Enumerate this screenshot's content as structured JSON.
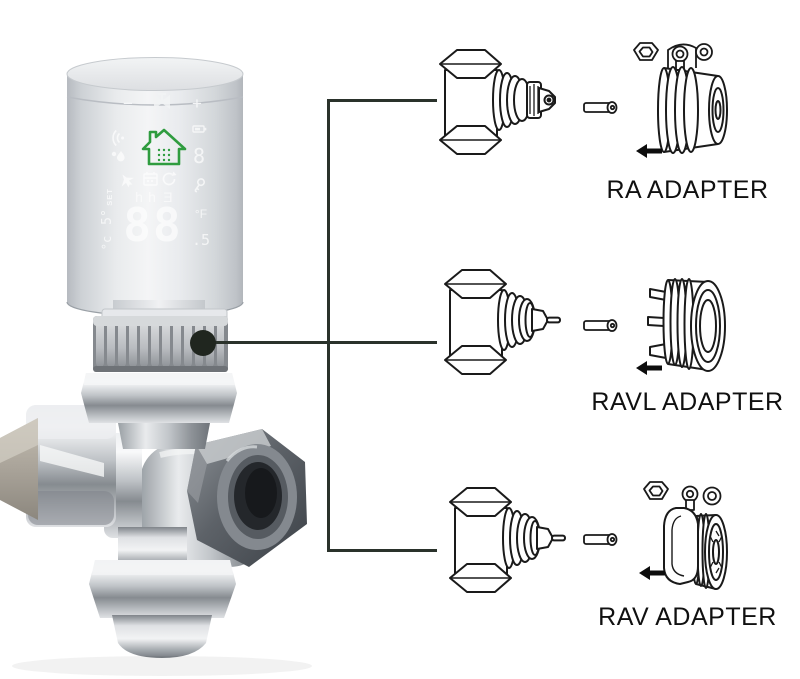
{
  "figure": {
    "type": "radiator-valve-adapter-compatibility-diagram",
    "background": "#ffffff"
  },
  "device": {
    "name": "smart radiator thermostat on chrome valve body",
    "controls": {
      "minus": "−",
      "plus": "+"
    },
    "display": {
      "set_label": "SET",
      "temp_digits": "88",
      "temp_decimal": ".5",
      "fahrenheit": "°F",
      "celsius_small": "°c",
      "digit_small": "8",
      "scale_digit": "5°",
      "segment_h1": "h",
      "segment_h2": "h",
      "segment_e": "E",
      "house_icon_color": "#2f9c3f",
      "icons": [
        "wifi-icon",
        "battery-icon",
        "house-icon",
        "water-drop-icon",
        "airplane-icon",
        "calendar-icon",
        "sync-icon",
        "key-icon",
        "valve-icon"
      ]
    }
  },
  "callout": {
    "line_color": "#2a322b",
    "dot_color": "#20261f"
  },
  "rows": [
    {
      "id": "ra",
      "label": "RA ADAPTER"
    },
    {
      "id": "ravl",
      "label": "RAVL ADAPTER"
    },
    {
      "id": "rav",
      "label": "RAV ADAPTER"
    }
  ],
  "label_color": "#101010"
}
